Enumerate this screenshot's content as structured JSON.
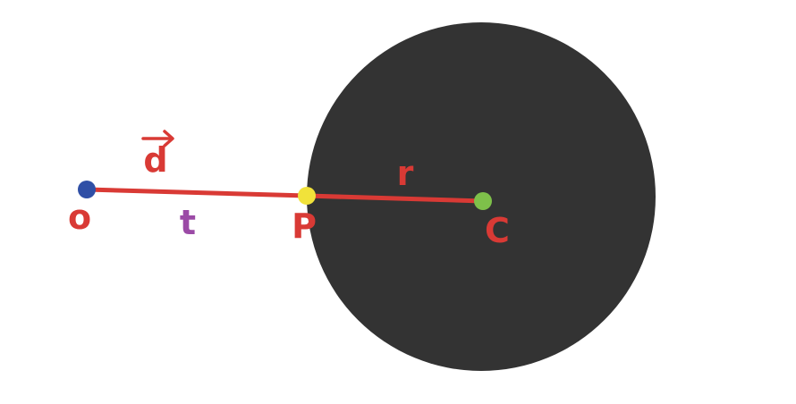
{
  "diagram": {
    "colors": {
      "sphere": "#333333",
      "ray": "#d93a35",
      "label": "#d93a35",
      "t_label": "#9b4aa6",
      "origin_point": "#2f4fa6",
      "intersection_point": "#f1e23a",
      "center_point": "#7ec04a",
      "background": "#ffffff"
    },
    "labels": {
      "origin": "o",
      "direction": "d",
      "t": "t",
      "intersection": "P",
      "radius": "r",
      "center": "C"
    },
    "icons": {
      "direction_arrow": "vector-arrow-icon"
    }
  }
}
